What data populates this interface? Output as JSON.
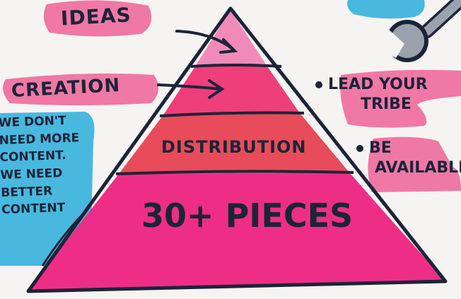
{
  "labels": {
    "ideas": "IDEAS",
    "creation": "CREATION",
    "distribution": "DISTRIBUTION",
    "pieces": "30+ PIECES"
  },
  "note": {
    "lines": [
      "WE DON'T",
      "NEED MORE",
      "CONTENT.",
      "WE NEED",
      "BETTER",
      "CONTENT"
    ]
  },
  "bullets": [
    {
      "lines": [
        "LEAD YOUR",
        "TRIBE"
      ]
    },
    {
      "lines": [
        "BE",
        "AVAILABLE"
      ]
    }
  ],
  "colors": {
    "ink": "#1c2438",
    "top_tier": "#f28ab9",
    "creation_tier": "#ee3f7a",
    "distribution_tier": "#e84b5a",
    "base_tier": "#ee2e86",
    "highlight_pink": "#f06a9c",
    "highlight_blue": "#3fb4dd",
    "wrench": "#9aa3ad"
  },
  "icons": [
    "wrench-icon"
  ]
}
